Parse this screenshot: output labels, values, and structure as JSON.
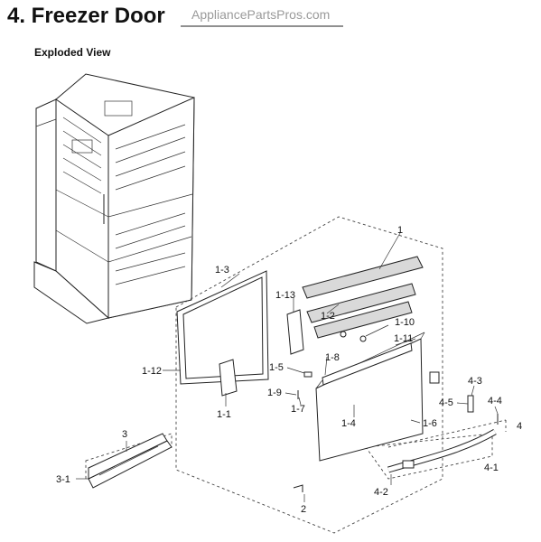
{
  "header": {
    "title": "4.  Freezer Door",
    "watermark": "AppliancePartsPros.com",
    "subtitle": "Exploded View"
  },
  "callouts": {
    "c1": "1",
    "c1_1": "1-1",
    "c1_2": "1-2",
    "c1_3": "1-3",
    "c1_4": "1-4",
    "c1_5": "1-5",
    "c1_6": "1-6",
    "c1_7": "1-7",
    "c1_8": "1-8",
    "c1_9": "1-9",
    "c1_10": "1-10",
    "c1_11": "1-11",
    "c1_12": "1-12",
    "c1_13": "1-13",
    "c2": "2",
    "c3": "3",
    "c3_1": "3-1",
    "c4": "4",
    "c4_1": "4-1",
    "c4_2": "4-2",
    "c4_3": "4-3",
    "c4_4": "4-4",
    "c4_5": "4-5"
  }
}
